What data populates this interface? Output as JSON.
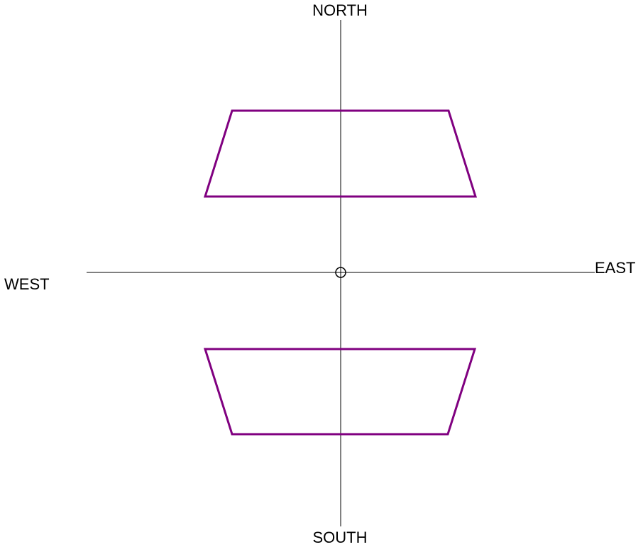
{
  "labels": {
    "north": "NORTH",
    "south": "SOUTH",
    "east": "EAST",
    "west": "WEST"
  },
  "colors": {
    "shape_stroke": "#800080",
    "axis_stroke": "#000000"
  },
  "shapes": [
    {
      "name": "upper-trapezoid",
      "orientation": "narrow-side-north"
    },
    {
      "name": "lower-trapezoid",
      "orientation": "narrow-side-south"
    }
  ],
  "origin_marker": "circle"
}
